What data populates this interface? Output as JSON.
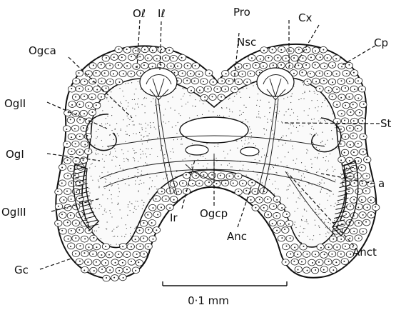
{
  "figure": {
    "labels": {
      "ol": "Oℓ",
      "il": "Iℓ",
      "pro": "Pro",
      "cx": "Cx",
      "ogca": "Ogca",
      "nsc": "Nsc",
      "cp": "Cp",
      "ogii": "OgII",
      "st": "St",
      "ogi": "OgI",
      "a": "a",
      "ogiii": "OgIII",
      "ir": "Ir",
      "ogcp": "Ogcp",
      "anc": "Anc",
      "anct": "Anct",
      "gc": "Gc"
    },
    "scale_bar": {
      "label": "0·1 mm"
    }
  }
}
